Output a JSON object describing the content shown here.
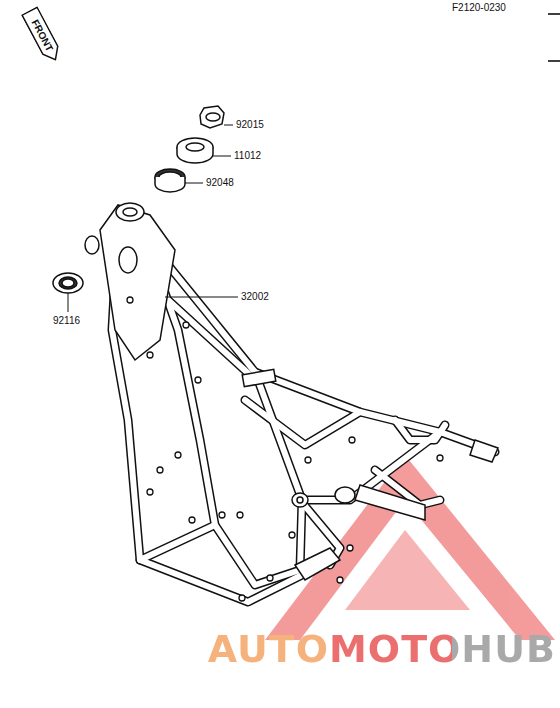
{
  "diagram": {
    "nodes": [
      {
        "text": [
          "FRONT"
        ]
      }
    ],
    "labels": [
      "F2120-0230",
      "92015",
      "11012",
      "92048",
      "32002",
      "92116",
      "AUTOMOTOHUB"
    ]
  }
}
